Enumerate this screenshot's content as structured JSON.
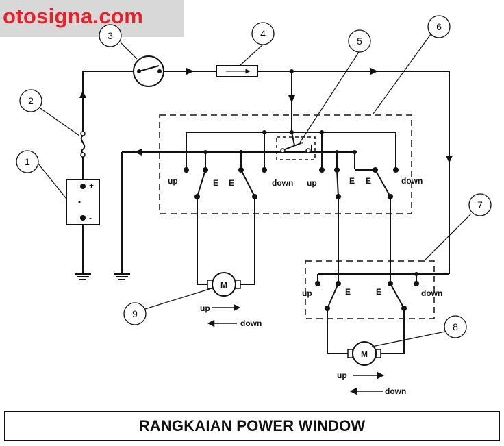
{
  "watermark": {
    "text": "otosigna.com",
    "color": "#e8202a"
  },
  "caption": "RANGKAIAN POWER WINDOW",
  "battery": {
    "plus": "+",
    "minus": "-"
  },
  "callouts": [
    "1",
    "2",
    "3",
    "4",
    "5",
    "6",
    "7",
    "8",
    "9"
  ],
  "main_switch": {
    "left": {
      "up": "up",
      "e1": "E",
      "e2": "E",
      "down": "down"
    },
    "right": {
      "up": "up",
      "e1": "E",
      "e2": "E",
      "down": "down"
    }
  },
  "door_switch": {
    "up": "up",
    "e1": "E",
    "e2": "E",
    "down": "down"
  },
  "motor_9": {
    "label": "M",
    "up": "up",
    "down": "down"
  },
  "motor_8": {
    "label": "M",
    "up": "up",
    "down": "down"
  }
}
